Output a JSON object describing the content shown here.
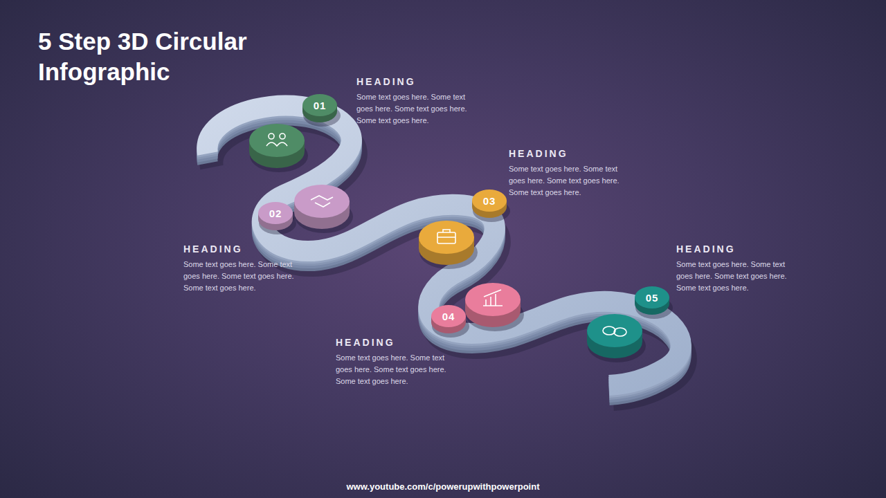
{
  "diagram": {
    "title": "5 Step 3D Circular Infographic",
    "nodes": [
      {
        "text": [
          "01"
        ]
      },
      {
        "text": [
          "02"
        ]
      },
      {
        "text": [
          "03"
        ]
      },
      {
        "text": [
          "04"
        ]
      },
      {
        "text": [
          "05"
        ]
      }
    ],
    "labels": [
      "HEADING",
      "Some text goes here. Some text goes here. Some text goes here. Some text goes here.",
      "HEADING",
      "Some text goes here. Some text goes here. Some text goes here. Some text goes here.",
      "HEADING",
      "Some text goes here. Some text goes here. Some text goes here. Some text goes here.",
      "HEADING",
      "Some text goes here. Some text goes here. Some text goes here. Some text goes here.",
      "HEADING",
      "Some text goes here. Some text goes here. Some text goes here. Some text goes here.",
      "www.youtube.com/c/powerupwithpowerpoint"
    ]
  }
}
